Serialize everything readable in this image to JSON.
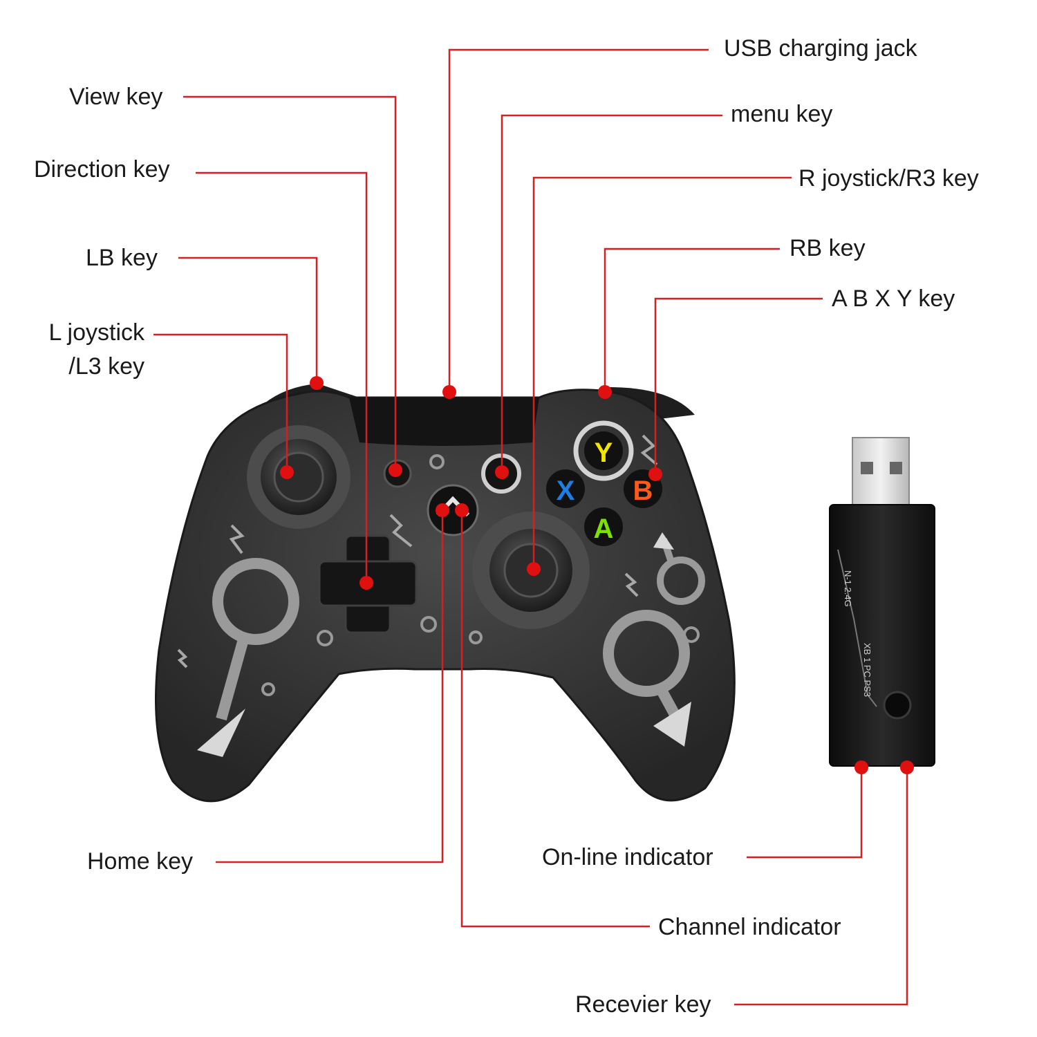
{
  "labels": {
    "usb_charging_jack": "USB charging jack",
    "view_key": "View key",
    "menu_key": "menu key",
    "direction_key": "Direction key",
    "r_joystick": "R joystick/R3 key",
    "lb_key": "LB key",
    "rb_key": "RB key",
    "abxy_key": "A B X Y key",
    "l_joystick_line1": "L joystick",
    "l_joystick_line2": "/L3 key",
    "home_key": "Home key",
    "online_indicator": "On-line indicator",
    "channel_indicator": "Channel indicator",
    "receiver_key": "Recevier key"
  },
  "controller": {
    "face_buttons": {
      "y": "Y",
      "x": "X",
      "b": "B",
      "a": "A"
    },
    "face_button_colors": {
      "y": "#f2e600",
      "x": "#1e7fe0",
      "b": "#ff5a1a",
      "a": "#7fe000"
    }
  },
  "receiver": {
    "text_model": "N-1 2.4G",
    "text_platforms": "XB 1  PC  PS3"
  },
  "colors": {
    "leader_line": "#d42020",
    "marker": "#e01010",
    "controller_body": "#3a3a3a",
    "receiver_body": "#1a1a1a"
  }
}
